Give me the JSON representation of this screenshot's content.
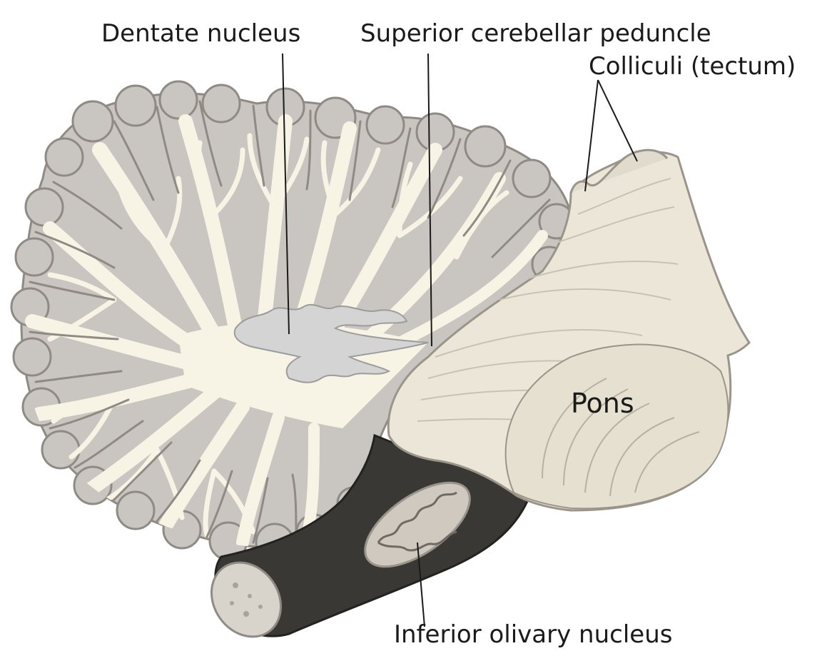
{
  "labels": {
    "dentate_nucleus": "Dentate nucleus",
    "superior_cerebellar_peduncle": "Superior cerebellar peduncle",
    "colliculi": "Colliculi (tectum)",
    "pons": "Pons",
    "inferior_olivary_nucleus": "Inferior olivary nucleus"
  },
  "colors": {
    "grey_matter": "#c9c5c0",
    "grey_matter_edge": "#8f8a84",
    "white_matter": "#f7f4e6",
    "brainstem": "#ebe6d8",
    "brainstem_edge": "#9a948a",
    "medulla_dark": "#3a3835",
    "nucleus": "#d4d4d4"
  }
}
